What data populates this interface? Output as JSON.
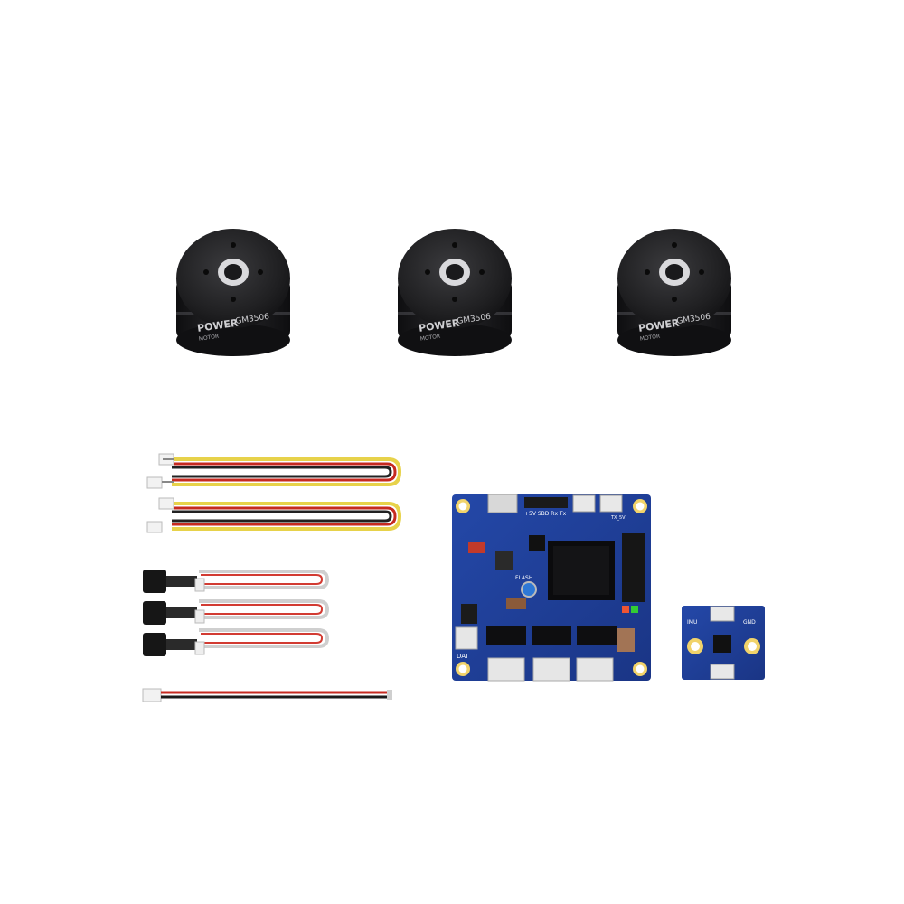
{
  "motors": [
    {
      "brand": "POWER",
      "sub": "MOTOR",
      "model": "GM3506"
    },
    {
      "brand": "POWER",
      "sub": "MOTOR",
      "model": "GM3506"
    },
    {
      "brand": "POWER",
      "sub": "MOTOR",
      "model": "GM3506"
    }
  ],
  "controller_board": {
    "header_label": "+5V SBD Rx Tx",
    "flash_label": "FLASH",
    "dat_label": "DAT",
    "tx_label": "TX_5V"
  },
  "imu_board": {
    "label_left": "IMU",
    "label_right": "GND"
  },
  "colors": {
    "pcb_blue": "#1f3f9a",
    "motor_black": "#1b1b1d",
    "wire_red": "#c62a20",
    "wire_yellow": "#e7d24a"
  }
}
